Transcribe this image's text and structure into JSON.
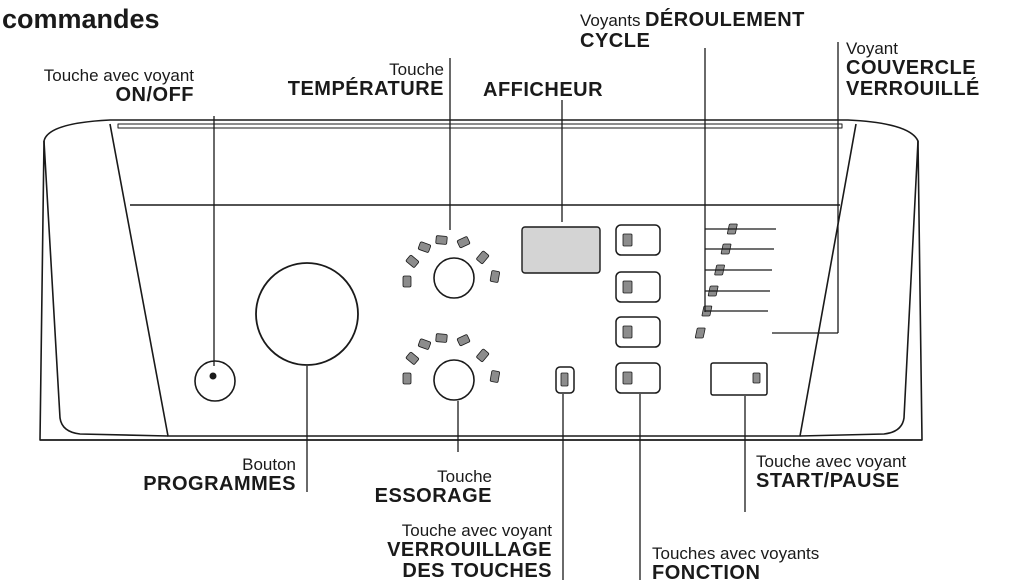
{
  "title": "commandes",
  "labels": {
    "onoff": {
      "small": "Touche avec voyant",
      "big": "ON/OFF"
    },
    "temperature": {
      "small": "Touche",
      "big": "TEMPÉRATURE"
    },
    "afficheur": {
      "big": "AFFICHEUR"
    },
    "deroulement": {
      "small": "Voyants",
      "big1": "DÉROULEMENT",
      "big2": "CYCLE"
    },
    "couvercle": {
      "small": "Voyant",
      "big1": "COUVERCLE",
      "big2": "VERROUILLÉ"
    },
    "programmes": {
      "small": "Bouton",
      "big": "PROGRAMMES"
    },
    "essorage": {
      "small": "Touche",
      "big": "ESSORAGE"
    },
    "verrouillage": {
      "small": "Touche avec voyant",
      "big1": "VERROUILLAGE",
      "big2": "DES TOUCHES"
    },
    "fonction": {
      "small": "Touches avec voyants",
      "big": "FONCTION"
    },
    "startpause": {
      "small": "Touche avec voyant",
      "big": "START/PAUSE"
    }
  },
  "colors": {
    "line": "#1a1a1a",
    "display": "#d4d4d4",
    "led": "#8c8c8c",
    "panel": "#ffffff"
  }
}
